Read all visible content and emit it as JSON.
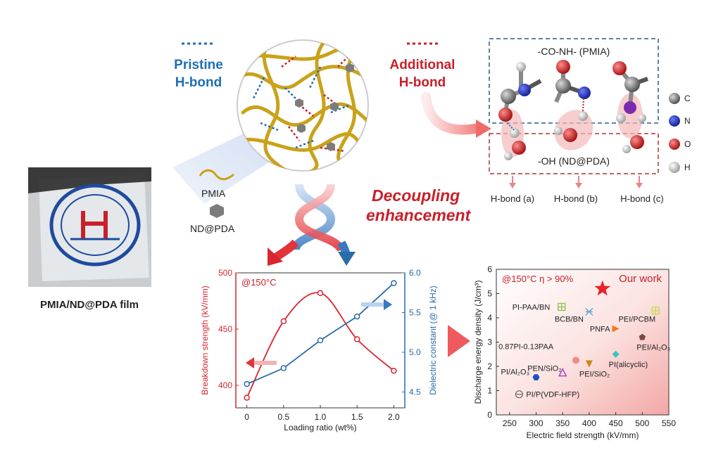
{
  "pristine": {
    "title_line1": "Pristine",
    "title_line2": "H-bond",
    "color": "#1f6fb5"
  },
  "additional": {
    "title_line1": "Additional",
    "title_line2": "H-bond",
    "color": "#c8202a"
  },
  "legend": {
    "pmia": "PMIA",
    "nd_pda": "ND@PDA"
  },
  "film": {
    "label": "PMIA/ND@PDA film"
  },
  "decoupling": {
    "line1": "Decoupling",
    "line2": "enhancement"
  },
  "molecule_panel": {
    "top_box": "-CO-NH- (PMIA)",
    "bottom_box": "-OH (ND@PDA)",
    "hbonds": [
      "H-bond (a)",
      "H-bond (b)",
      "H-bond (c)"
    ],
    "atoms": [
      {
        "symbol": "C",
        "color": "#6b6b6b"
      },
      {
        "symbol": "N",
        "color": "#1e2fc8"
      },
      {
        "symbol": "O",
        "color": "#d11b1b"
      },
      {
        "symbol": "H",
        "color": "#e8e8e8"
      }
    ]
  },
  "chart_data": [
    {
      "type": "line",
      "annotation": "@150°C",
      "xlabel": "Loading ratio (wt%)",
      "x": [
        0,
        0.5,
        1.0,
        1.5,
        2.0
      ],
      "xticks": [
        "0",
        "0.5",
        "1.0",
        "1.5",
        "2.0"
      ],
      "xlim": [
        -0.15,
        2.15
      ],
      "series": [
        {
          "axis": "left",
          "ylabel": "Breakdown strength (kV/mm)",
          "color": "#d7262f",
          "values": [
            389,
            457,
            482,
            441,
            413
          ],
          "ylim": [
            380,
            500
          ],
          "yticks": [
            "400",
            "450",
            "500"
          ]
        },
        {
          "axis": "right",
          "ylabel": "Dielectric constant (@ 1 kHz)",
          "color": "#2a6ca8",
          "values": [
            4.6,
            4.8,
            5.15,
            5.45,
            5.87
          ],
          "ylim": [
            4.3,
            6.0
          ],
          "yticks": [
            "4.5",
            "5.0",
            "5.5",
            "6.0"
          ]
        }
      ]
    },
    {
      "type": "scatter",
      "annotation": "@150°C  η > 90%",
      "highlight": "Our work",
      "xlabel": "Electric field strength (kV/mm)",
      "ylabel": "Discharge energy density (J/cm³)",
      "xlim": [
        225,
        550
      ],
      "ylim": [
        0,
        6
      ],
      "xticks": [
        "250",
        "300",
        "350",
        "400",
        "450",
        "500",
        "550"
      ],
      "yticks": [
        "0",
        "1",
        "2",
        "3",
        "4",
        "5",
        "6"
      ],
      "points": [
        {
          "label": "Our work",
          "x": 425,
          "y": 5.2,
          "color": "#e8232a",
          "shape": "star"
        },
        {
          "label": "PI-PAA/BN",
          "x": 348,
          "y": 4.45,
          "color": "#8bc34a",
          "shape": "square-cross"
        },
        {
          "label": "BCB/BN",
          "x": 400,
          "y": 4.25,
          "color": "#64a9e0",
          "shape": "cross"
        },
        {
          "label": "PEI/PCBM",
          "x": 525,
          "y": 4.3,
          "color": "#c8d84a",
          "shape": "square-cross"
        },
        {
          "label": "PNFA",
          "x": 450,
          "y": 3.55,
          "color": "#f07a1c",
          "shape": "triangle-right"
        },
        {
          "label": "PEI/Al₂O₃",
          "x": 500,
          "y": 3.2,
          "color": "#7b4a44",
          "shape": "pentagon"
        },
        {
          "label": "0.87PI-0.13PAA",
          "x": 375,
          "y": 2.25,
          "color": "#f08a8a",
          "shape": "circle"
        },
        {
          "label": "PI(alicyclic)",
          "x": 450,
          "y": 2.5,
          "color": "#2fc6c6",
          "shape": "diamond"
        },
        {
          "label": "PEI/SiO₂",
          "x": 400,
          "y": 2.1,
          "color": "#c58a0e",
          "shape": "triangle-down"
        },
        {
          "label": "PEN/SiO₂",
          "x": 350,
          "y": 1.75,
          "color": "#a845c8",
          "shape": "triangle-up"
        },
        {
          "label": "PI/Al₂O₃",
          "x": 300,
          "y": 1.55,
          "color": "#1f4fc8",
          "shape": "hexagon"
        },
        {
          "label": "PI/P(VDF-HFP)",
          "x": 268,
          "y": 0.85,
          "color": "#666666",
          "shape": "circle-minus"
        }
      ]
    }
  ]
}
